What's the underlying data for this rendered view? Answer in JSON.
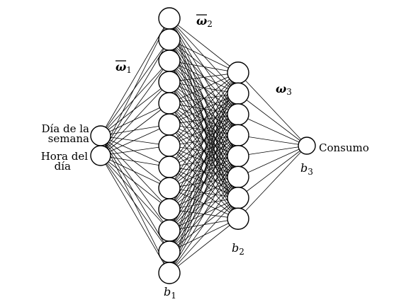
{
  "inputs": [
    {
      "lines": [
        "Día de la",
        "semana"
      ]
    },
    {
      "lines": [
        "Hora del",
        "día"
      ]
    }
  ],
  "output_label": "Consumo",
  "layer_sizes": [
    2,
    13,
    8,
    1
  ],
  "weights": [
    {
      "symbol": "ω",
      "sub": "1",
      "overline": true
    },
    {
      "symbol": "ω",
      "sub": "2",
      "overline": true
    },
    {
      "symbol": "ω",
      "sub": "3",
      "overline": false
    }
  ],
  "biases": [
    {
      "symbol": "b",
      "sub": "1"
    },
    {
      "symbol": "b",
      "sub": "2"
    },
    {
      "symbol": "b",
      "sub": "3"
    }
  ]
}
